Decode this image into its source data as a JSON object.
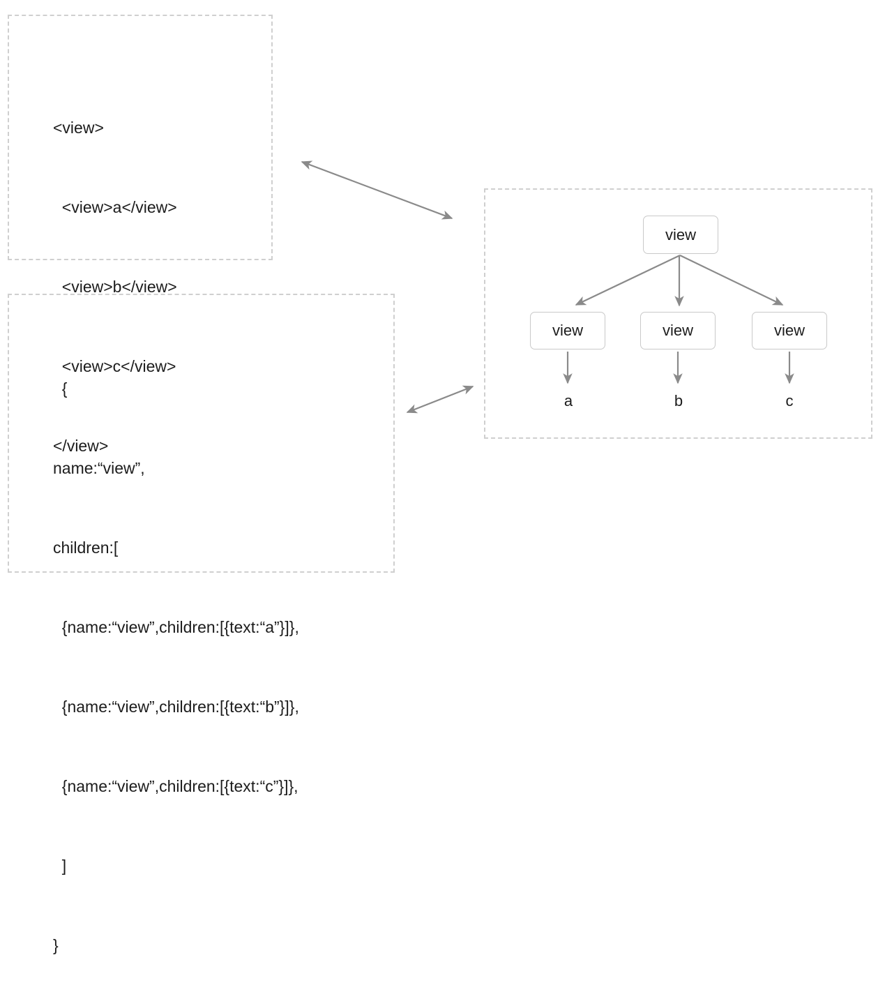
{
  "diagram": {
    "title": "view tree representations",
    "panels": {
      "markup": {
        "name": "markup-panel",
        "lines": [
          "<view>",
          "  <view>a</view>",
          "  <view>b</view>",
          "  <view>c</view>",
          "</view>"
        ]
      },
      "json": {
        "name": "json-panel",
        "lines": [
          "  {",
          "name:“view”,",
          "children:[",
          "  {name:“view”,children:[{text:“a”}]},",
          "  {name:“view”,children:[{text:“b”}]},",
          "  {name:“view”,children:[{text:“c”}]},",
          "  ]",
          "}"
        ]
      },
      "tree": {
        "name": "tree-panel",
        "root_label": "view",
        "child_labels": [
          "view",
          "view",
          "view"
        ],
        "leaf_labels": [
          "a",
          "b",
          "c"
        ]
      }
    },
    "connectors": [
      {
        "name": "markup-to-tree",
        "type": "double-arrow"
      },
      {
        "name": "json-to-tree",
        "type": "double-arrow"
      }
    ],
    "colors": {
      "panel_border": "#cfcfcf",
      "node_border": "#c9c9c9",
      "arrow": "#808080",
      "text": "#1c1c1c",
      "background": "#ffffff"
    }
  }
}
